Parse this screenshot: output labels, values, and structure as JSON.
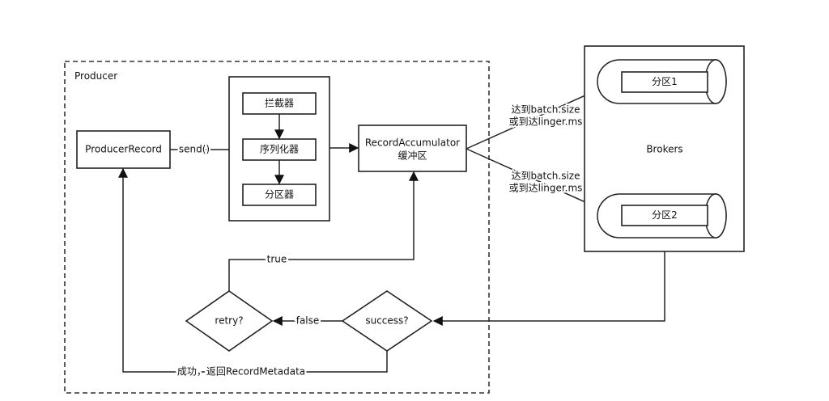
{
  "producer_label": "Producer",
  "producer_record": "ProducerRecord",
  "send_label": "send()",
  "pipeline": {
    "interceptor": "拦截器",
    "serializer": "序列化器",
    "partitioner": "分区器"
  },
  "accumulator": {
    "line1": "RecordAccumulator",
    "line2": "缓冲区"
  },
  "condition_top": {
    "line1": "达到batch.size",
    "line2": "或到达linger.ms"
  },
  "condition_bottom": {
    "line1": "达到batch.size",
    "line2": "或到达linger.ms"
  },
  "brokers": {
    "label": "Brokers",
    "partition1": "分区1",
    "partition2": "分区2"
  },
  "decisions": {
    "success": "success?",
    "retry": "retry?",
    "true_label": "true",
    "false_label": "false"
  },
  "success_return": "成功，返回RecordMetadata"
}
